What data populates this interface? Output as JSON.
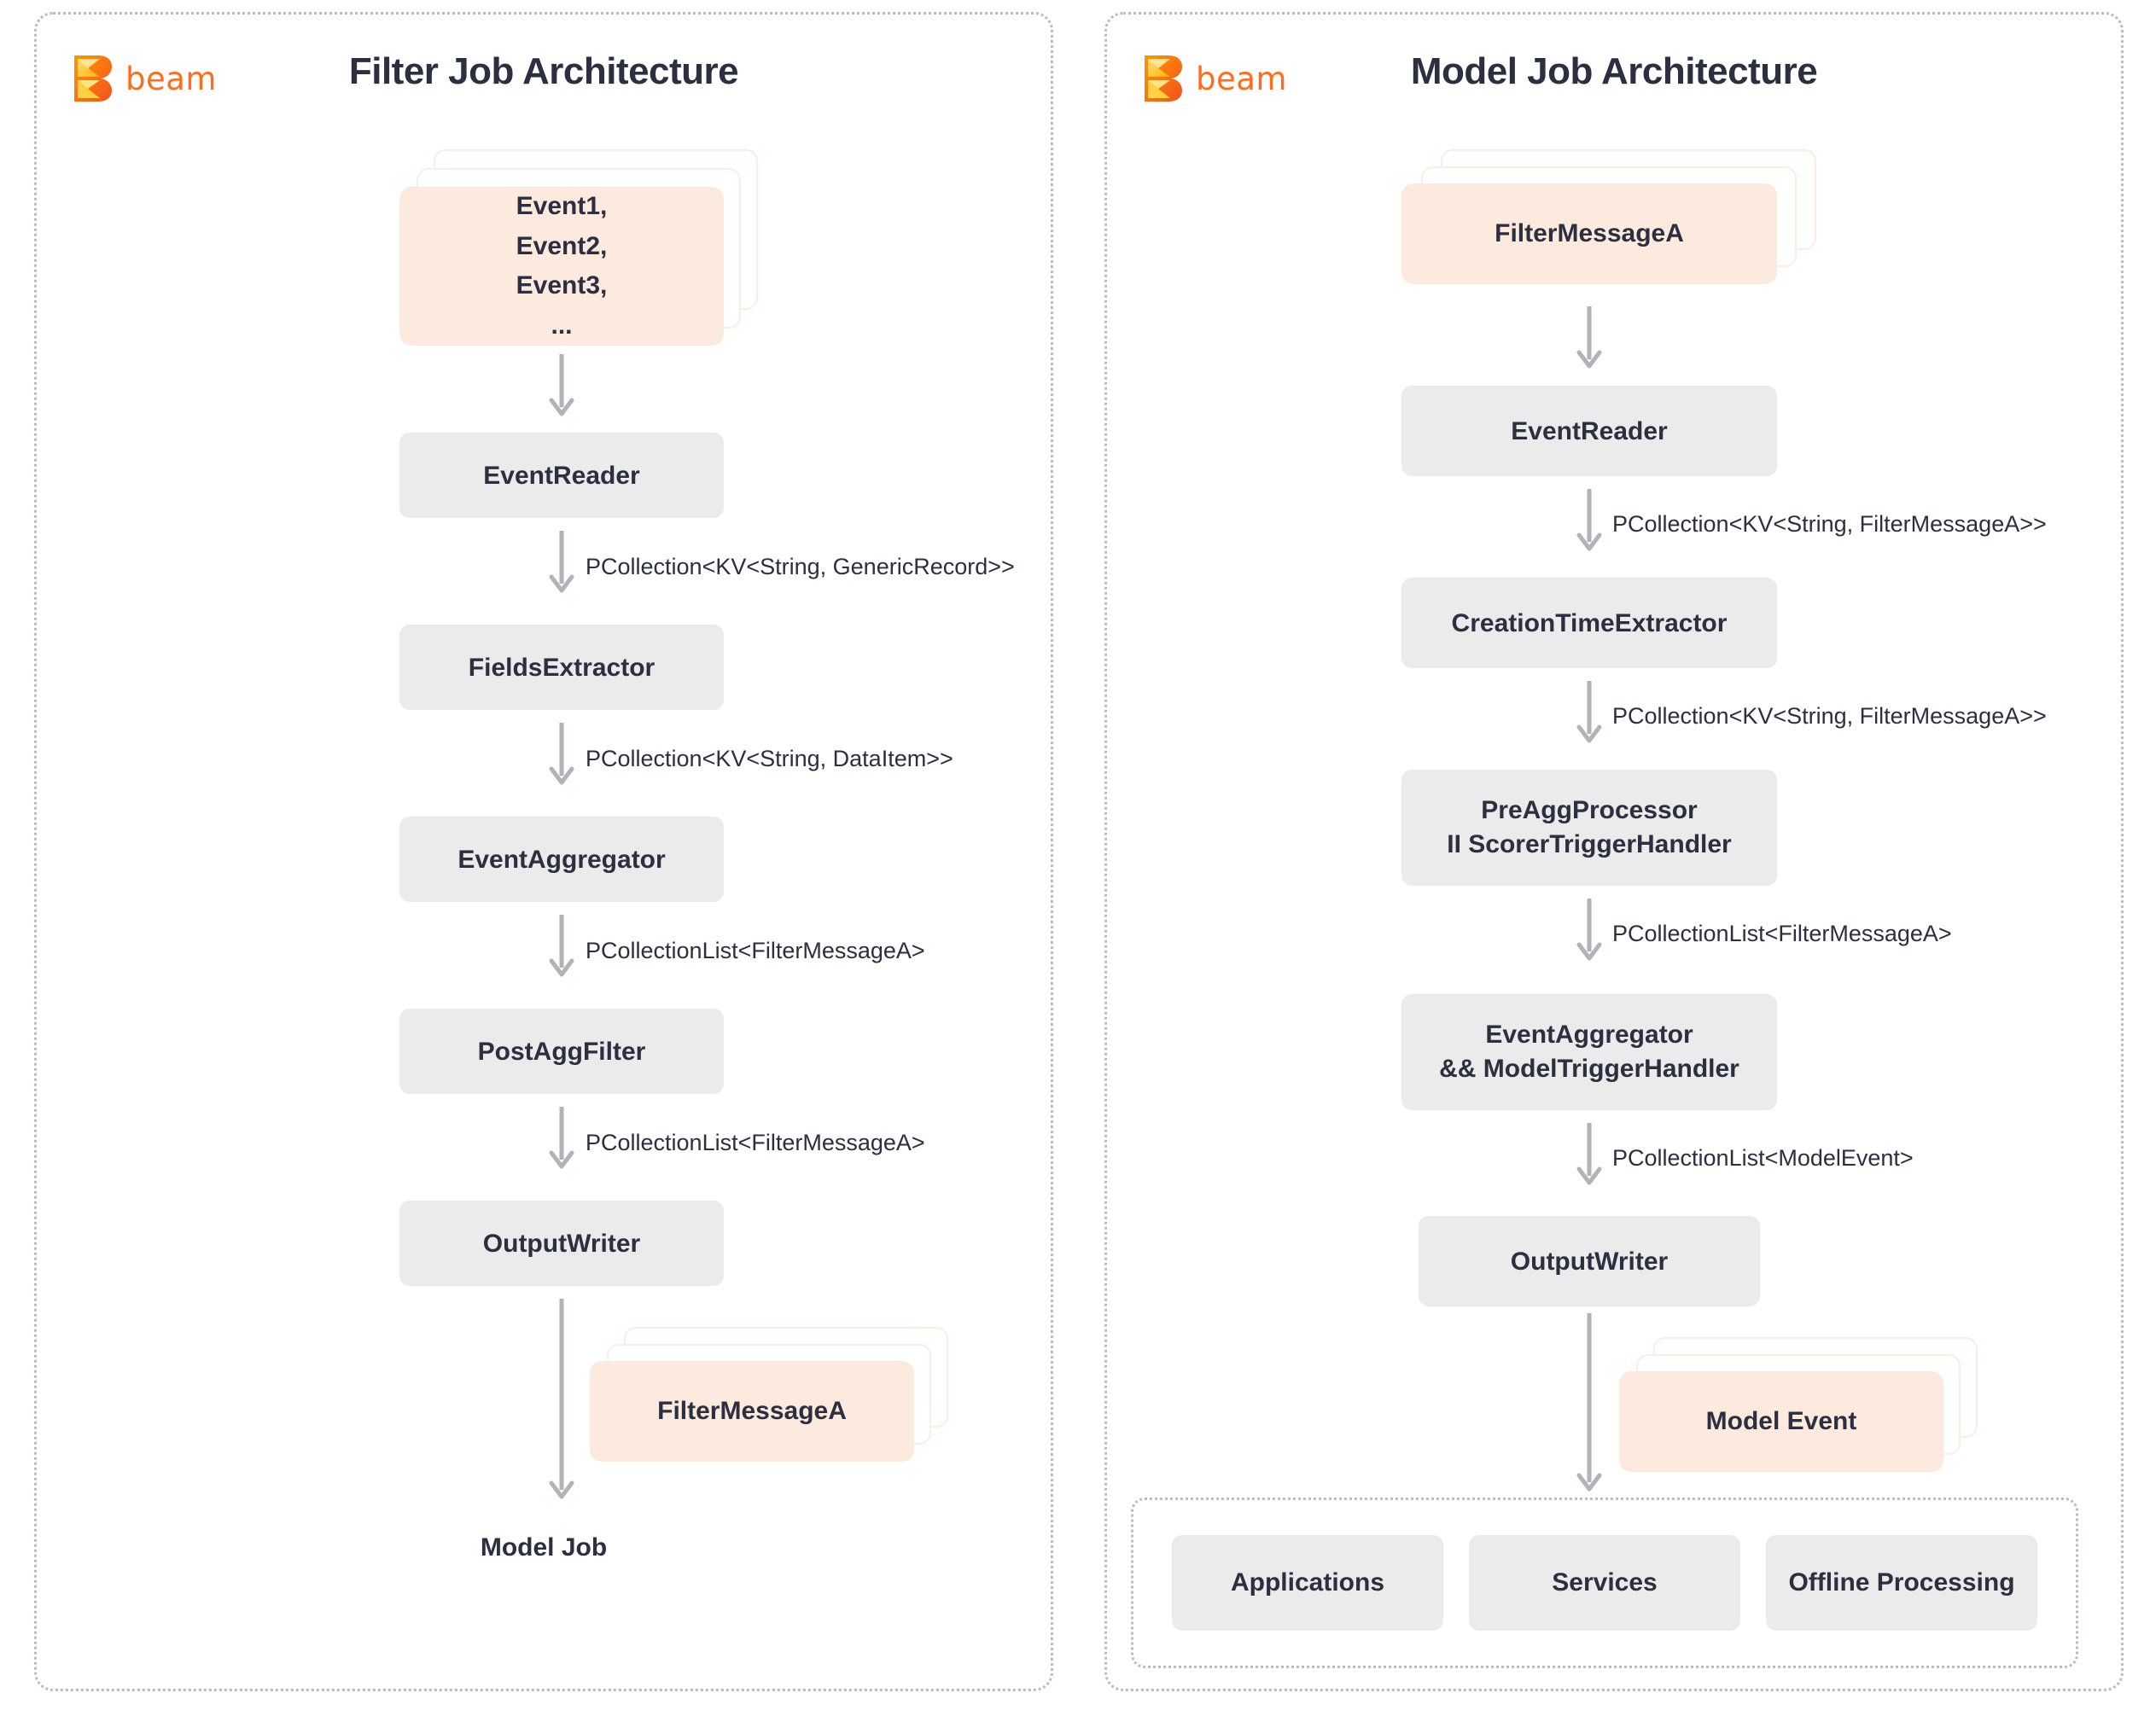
{
  "left_panel": {
    "logo": {
      "icon": "beam-logo-icon",
      "text": "beam"
    },
    "title": "Filter Job Architecture",
    "source_card": {
      "lines": "Event1,\nEvent2,\nEvent3,\n..."
    },
    "nodes": [
      {
        "label": "EventReader"
      },
      {
        "label": "FieldsExtractor"
      },
      {
        "label": "EventAggregator"
      },
      {
        "label": "PostAggFilter"
      },
      {
        "label": "OutputWriter"
      }
    ],
    "edges": [
      {
        "label": ""
      },
      {
        "label": "PCollection<KV<String, GenericRecord>>"
      },
      {
        "label": "PCollection<KV<String, DataItem>>"
      },
      {
        "label": "PCollectionList<FilterMessageA>"
      },
      {
        "label": "PCollectionList<FilterMessageA>"
      },
      {
        "label": ""
      }
    ],
    "output_card": {
      "label": "FilterMessageA"
    },
    "sink_label": "Model Job"
  },
  "right_panel": {
    "logo": {
      "icon": "beam-logo-icon",
      "text": "beam"
    },
    "title": "Model Job Architecture",
    "source_card": {
      "label": "FilterMessageA"
    },
    "nodes": [
      {
        "label": "EventReader"
      },
      {
        "label": "CreationTimeExtractor"
      },
      {
        "label": "PreAggProcessor\nII ScorerTriggerHandler"
      },
      {
        "label": "EventAggregator\n&& ModelTriggerHandler"
      },
      {
        "label": "OutputWriter"
      }
    ],
    "edges": [
      {
        "label": ""
      },
      {
        "label": "PCollection<KV<String, FilterMessageA>>"
      },
      {
        "label": "PCollection<KV<String, FilterMessageA>>"
      },
      {
        "label": "PCollectionList<FilterMessageA>"
      },
      {
        "label": "PCollectionList<ModelEvent>"
      },
      {
        "label": ""
      }
    ],
    "output_card": {
      "label": "Model Event"
    },
    "consumers": [
      {
        "label": "Applications"
      },
      {
        "label": "Services"
      },
      {
        "label": "Offline Processing"
      }
    ]
  },
  "colors": {
    "box_fill": "#ebebeb",
    "card_fill": "#fdeade",
    "card_outline": "#fdece1",
    "text": "#2b2f40",
    "arrow": "#b0b3b7",
    "panel_border": "#b9bcc0",
    "brand_orange": "#ff6c1a"
  }
}
